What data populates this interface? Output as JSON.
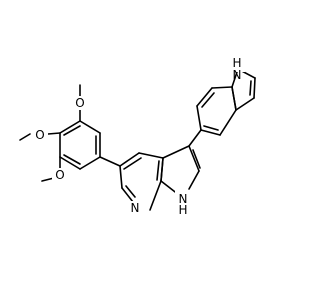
{
  "molecule": {
    "atom_labels": {
      "indole_nh": "H",
      "indole_n": "N",
      "ring_n": "N",
      "pyrrole_n": "N",
      "pyrrole_nh": "H",
      "o1": "O",
      "o2": "O",
      "o3": "O"
    }
  }
}
